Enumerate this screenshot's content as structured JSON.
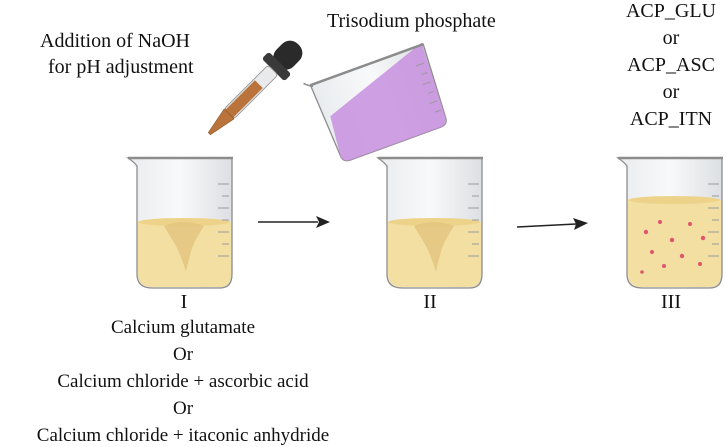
{
  "labels": {
    "naoh_line1": "Addition of NaOH",
    "naoh_line2": "for pH adjustment",
    "phosphate": "Trisodium phosphate",
    "product_1": "ACP_GLU",
    "product_or_1": "or",
    "product_2": "ACP_ASC",
    "product_or_2": "or",
    "product_3": "ACP_ITN",
    "stage_1": "I",
    "stage_2": "II",
    "stage_3": "III",
    "reactant_1": "Calcium glutamate",
    "reactant_or_1": "Or",
    "reactant_2": "Calcium chloride + ascorbic acid",
    "reactant_or_2": "Or",
    "reactant_3": "Calcium chloride + itaconic anhydride"
  },
  "colors": {
    "solution_yellow": "#F3DFA2",
    "swirl": "#E2C680",
    "phosphate_purple": "#C88FDF",
    "naoh_liquid": "#B9733B",
    "dropper_bulb": "#2A2A2A",
    "particles": "#E0556E",
    "glass_outline": "#8C8C8C"
  },
  "icons": [
    "dropper-icon",
    "beaker-icon",
    "pouring-beaker-icon",
    "arrow-icon"
  ]
}
